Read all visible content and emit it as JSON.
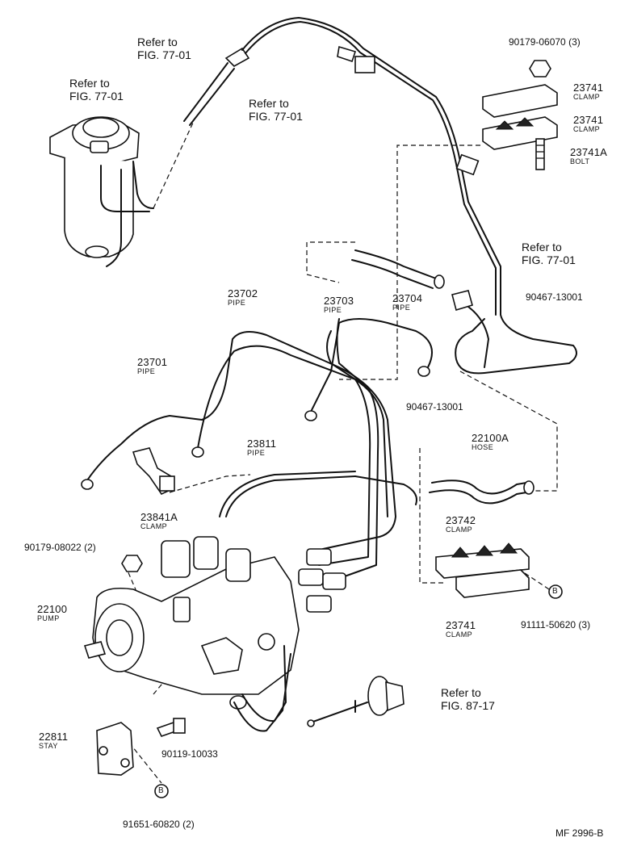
{
  "refs": {
    "r1": "Refer to\nFIG. 77-01",
    "r2": "Refer to\nFIG. 77-01",
    "r3": "Refer to\nFIG. 77-01",
    "r4": "Refer to\nFIG. 77-01",
    "r5": "Refer to\nFIG. 87-17"
  },
  "parts": {
    "p_90179_06070": "90179-06070 (3)",
    "p_23741_a": "23741",
    "p_23741_a_sub": "CLAMP",
    "p_23741_b": "23741",
    "p_23741_b_sub": "CLAMP",
    "p_23741A": "23741A",
    "p_23741A_sub": "BOLT",
    "p_90467_13001_a": "90467-13001",
    "p_23702": "23702",
    "p_23702_sub": "PIPE",
    "p_23703": "23703",
    "p_23703_sub": "PIPE",
    "p_23704": "23704",
    "p_23704_sub": "PIPE",
    "p_23701": "23701",
    "p_23701_sub": "PIPE",
    "p_90467_13001_b": "90467-13001",
    "p_22100A": "22100A",
    "p_22100A_sub": "HOSE",
    "p_23811": "23811",
    "p_23811_sub": "PIPE",
    "p_23841A": "23841A",
    "p_23841A_sub": "CLAMP",
    "p_23742": "23742",
    "p_23742_sub": "CLAMP",
    "p_90179_08022": "90179-08022 (2)",
    "p_22100": "22100",
    "p_22100_sub": "PUMP",
    "p_23741_c": "23741",
    "p_23741_c_sub": "CLAMP",
    "p_91111_50620": "91111-50620 (3)",
    "p_22811": "22811",
    "p_22811_sub": "STAY",
    "p_90119_10033": "90119-10033",
    "p_91651_60820": "91651-60820 (2)"
  },
  "markers": {
    "b": "B"
  },
  "footer": {
    "code": "MF 2996-B"
  }
}
